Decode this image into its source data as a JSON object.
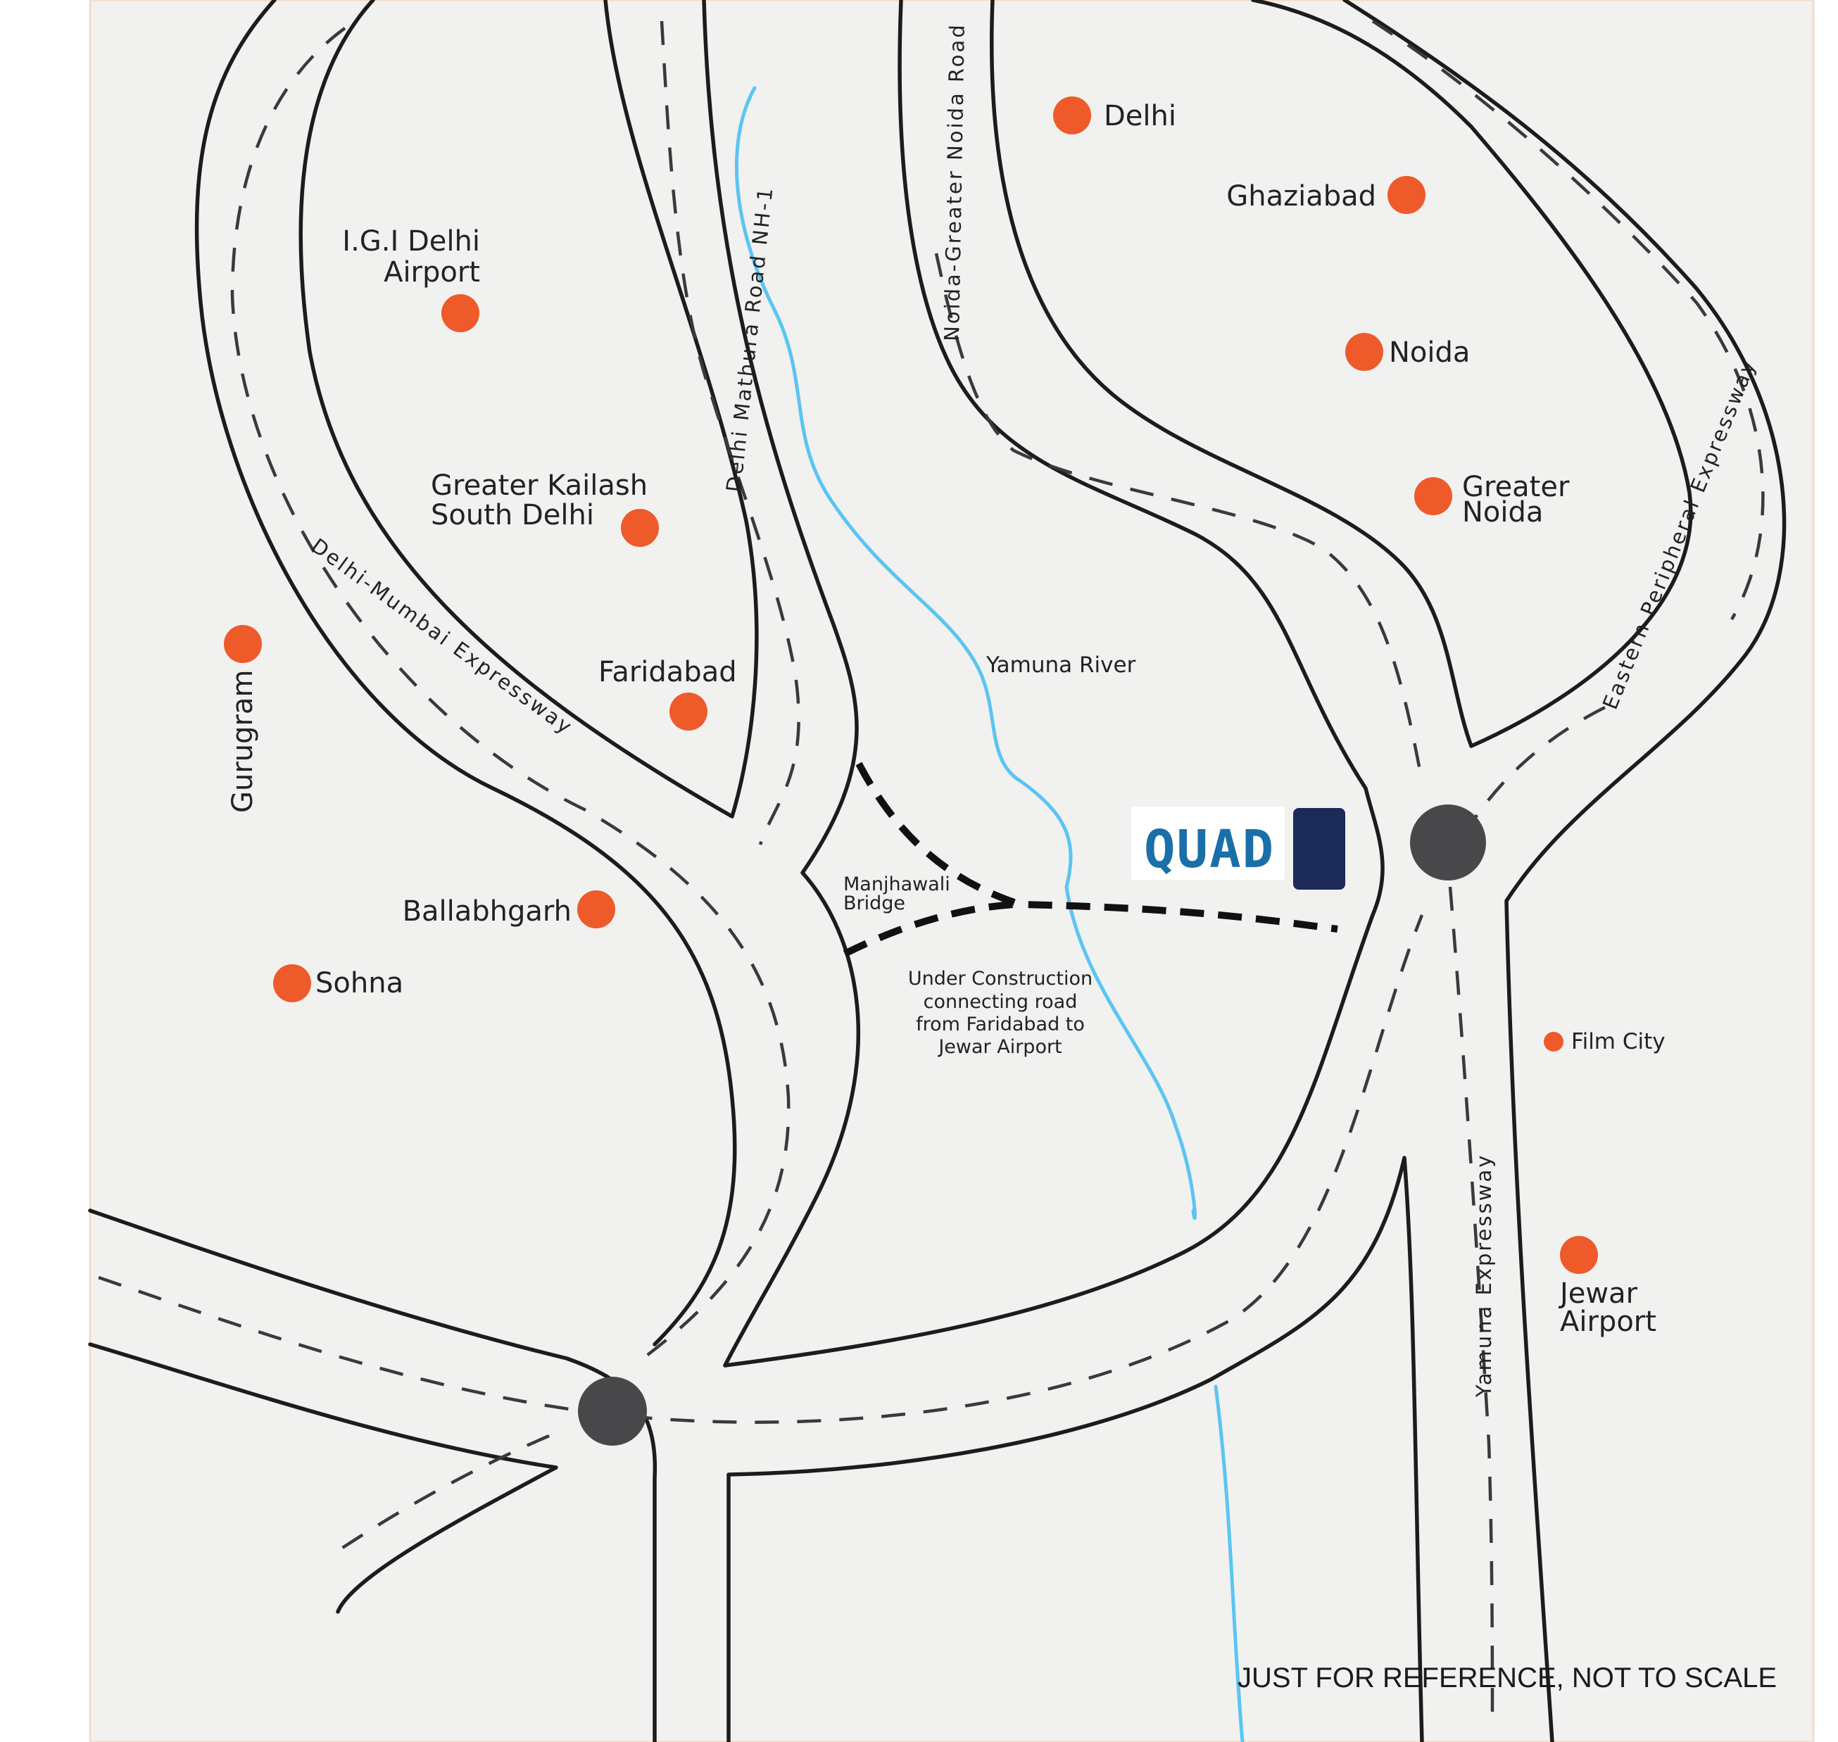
{
  "places": {
    "delhi": "Delhi",
    "ghaziabad": "Ghaziabad",
    "noida": "Noida",
    "greater_noida_1": "Greater",
    "greater_noida_2": "Noida",
    "igi_1": "I.G.I Delhi",
    "igi_2": "Airport",
    "gk_1": "Greater Kailash",
    "gk_2": "South Delhi",
    "gurugram": "Gurugram",
    "faridabad": "Faridabad",
    "ballabhgarh": "Ballabhgarh",
    "sohna": "Sohna",
    "film_city": "Film City",
    "jewar_1": "Jewar",
    "jewar_2": "Airport"
  },
  "roads": {
    "nh1": "Delhi Mathura Road NH-1",
    "noida_gn": "Noida-Greater Noida Road",
    "eastern_peripheral": "Eastern Peripheral Expressway",
    "delhi_mumbai": "Delhi-Mumbai Expressway",
    "yamuna_expressway": "Yamuna Expressway"
  },
  "features": {
    "yamuna_river": "Yamuna River",
    "bridge_1": "Manjhawali",
    "bridge_2": "Bridge",
    "uc_1": "Under Construction",
    "uc_2": "connecting road",
    "uc_3": "from Faridabad to",
    "uc_4": "Jewar Airport"
  },
  "logo": {
    "text": "QUAD"
  },
  "disclaimer": "JUST FOR REFERENCE, NOT TO SCALE",
  "colors": {
    "place_dot": "#ee5a2a",
    "hub": "#48484a",
    "river": "#5bc5f2",
    "logo_blue": "#1a6fa8",
    "logo_navy": "#1c2a58",
    "background": "#f1f1f0"
  }
}
